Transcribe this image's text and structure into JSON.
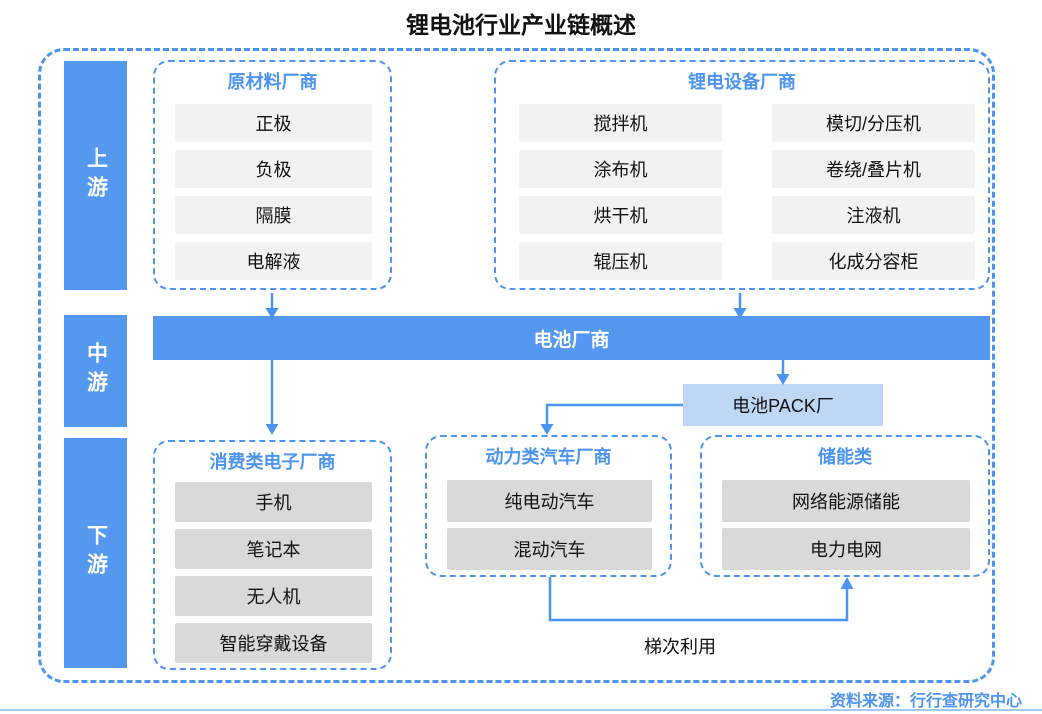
{
  "title": "锂电池行业产业链概述",
  "stages": {
    "upstream": "上游",
    "midstream": "中游",
    "downstream": "下游"
  },
  "upstream": {
    "materials": {
      "title": "原材料厂商",
      "items": [
        "正极",
        "负极",
        "隔膜",
        "电解液"
      ]
    },
    "equipment": {
      "title": "锂电设备厂商",
      "col1": [
        "搅拌机",
        "涂布机",
        "烘干机",
        "辊压机"
      ],
      "col2": [
        "模切/分压机",
        "卷绕/叠片机",
        "注液机",
        "化成分容柜"
      ]
    }
  },
  "midstream": {
    "battery_maker": "电池厂商",
    "pack_factory": "电池PACK厂"
  },
  "downstream": {
    "consumer": {
      "title": "消费类电子厂商",
      "items": [
        "手机",
        "笔记本",
        "无人机",
        "智能穿戴设备"
      ]
    },
    "vehicle": {
      "title": "动力类汽车厂商",
      "items": [
        "纯电动汽车",
        "混动汽车"
      ]
    },
    "storage": {
      "title": "储能类",
      "items": [
        "网络能源储能",
        "电力电网"
      ]
    }
  },
  "annotations": {
    "cascade_label": "梯次利用",
    "source": "资料来源：行行查研究中心"
  },
  "colors": {
    "primary_blue": "#5598f0",
    "dashed_blue": "#4d94f0",
    "pack_light_blue": "#bdd7f4",
    "item_light_gray": "#f2f2f2",
    "item_mid_gray": "#d9d9d9",
    "footer_line": "#a9c8f0"
  }
}
